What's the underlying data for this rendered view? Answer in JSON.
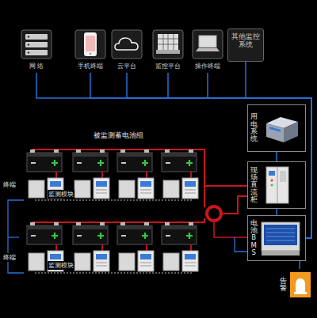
{
  "diagram": {
    "nodes": [
      {
        "text": [
          "网 络"
        ]
      },
      {
        "text": [
          "手机终端"
        ]
      },
      {
        "text": [
          "云平台"
        ]
      },
      {
        "text": [
          "监控平台"
        ]
      },
      {
        "text": [
          "操作终端"
        ]
      },
      {
        "text": [
          "其他监控系统"
        ]
      },
      {
        "text": [
          "用电系统"
        ]
      },
      {
        "text": [
          "现场直流柜"
        ]
      },
      {
        "text": [
          "电池BMS"
        ]
      },
      {
        "text": [
          "告警"
        ]
      }
    ],
    "edges": [
      {
        "from": 0,
        "to": 8,
        "arrow": "none"
      },
      {
        "from": 1,
        "to": 8,
        "arrow": "none"
      },
      {
        "from": 2,
        "to": 8,
        "arrow": "none"
      },
      {
        "from": 3,
        "to": 8,
        "arrow": "none"
      },
      {
        "from": 4,
        "to": 8,
        "arrow": "none"
      },
      {
        "from": 5,
        "to": 8,
        "arrow": "none"
      },
      {
        "from": 6,
        "to": 7,
        "arrow": "none"
      },
      {
        "from": 7,
        "to": 8,
        "arrow": "none"
      },
      {
        "from": 9,
        "to": 8,
        "arrow": "none"
      }
    ],
    "labels": [
      "被监测蓄电池组",
      "终端",
      "监测模块",
      "终端",
      "监测模块"
    ]
  }
}
